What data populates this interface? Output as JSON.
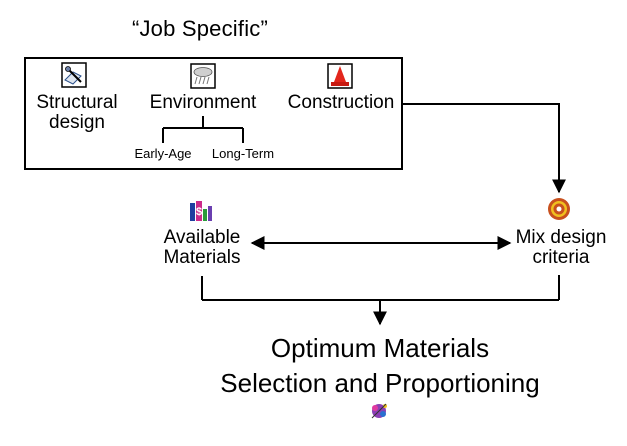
{
  "title": "“Job Specific”",
  "job_box": {
    "structural": [
      "Structural",
      "design"
    ],
    "environment": "Environment",
    "construction": "Construction",
    "early_age": "Early-Age",
    "long_term": "Long-Term"
  },
  "available_materials": [
    "Available",
    "Materials"
  ],
  "mix_design": [
    "Mix design",
    "criteria"
  ],
  "result": [
    "Optimum Materials",
    "Selection and Proportioning"
  ],
  "icons": {
    "structural": "drafting-pen-icon",
    "environment": "rain-cloud-icon",
    "construction": "traffic-cone-icon",
    "materials": "money-chart-icon",
    "mix_design": "target-icon",
    "result": "molecule-icon"
  },
  "colors": {
    "cone": "#e3261c",
    "target_outer": "#c8501e",
    "target_inner": "#f0c020",
    "result_icon": "#8a3fb5"
  }
}
